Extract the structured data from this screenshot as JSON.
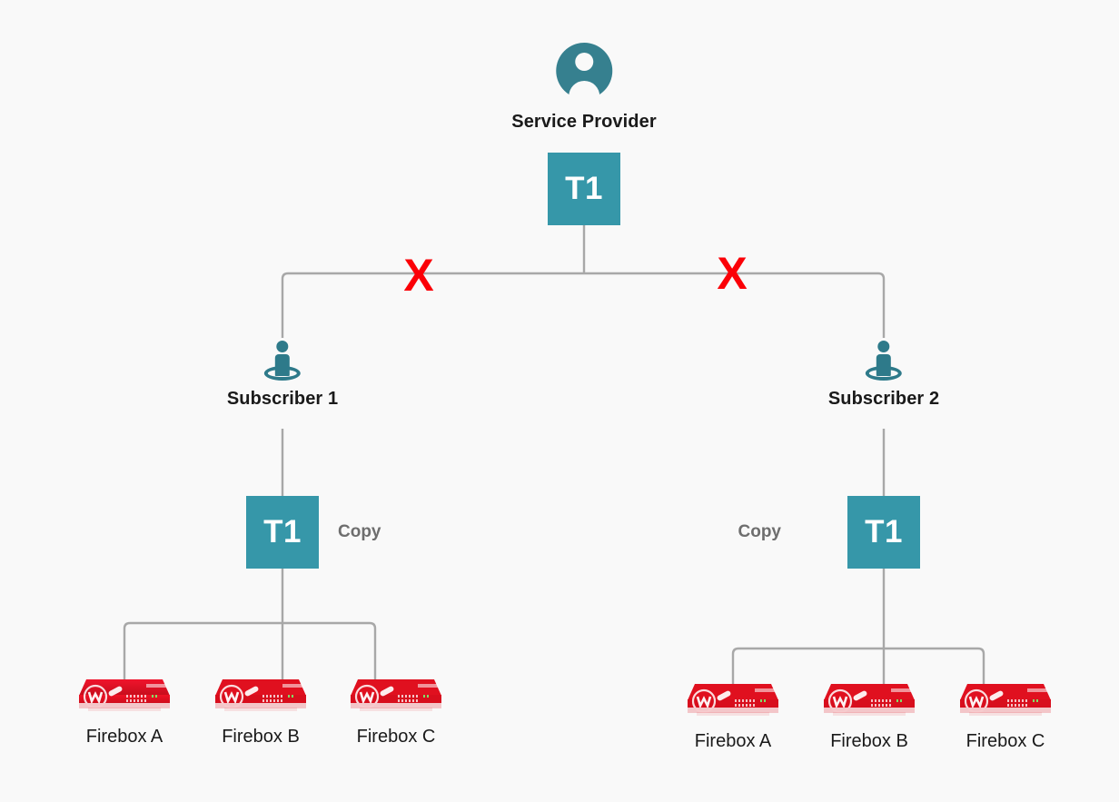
{
  "diagram": {
    "title": "Service Provider to Subscriber Firebox distribution",
    "background_color": "#f9f9f9",
    "accent_color": "#3697a9",
    "line_color": "#a8a8a8",
    "x_marker_color": "#fb0007",
    "device_color": "#e01020"
  },
  "provider": {
    "icon": "user-avatar-icon",
    "label": "Service Provider",
    "chip_label": "T1"
  },
  "blocked_links": [
    {
      "marker": "X",
      "side": "left"
    },
    {
      "marker": "X",
      "side": "right"
    }
  ],
  "subscribers": [
    {
      "icon": "person-location-icon",
      "label": "Subscriber 1",
      "chip_label": "T1",
      "copy_label": "Copy",
      "copy_side": "right",
      "devices": [
        {
          "icon": "firebox-appliance-icon",
          "label": "Firebox A"
        },
        {
          "icon": "firebox-appliance-icon",
          "label": "Firebox B"
        },
        {
          "icon": "firebox-appliance-icon",
          "label": "Firebox C"
        }
      ]
    },
    {
      "icon": "person-location-icon",
      "label": "Subscriber 2",
      "chip_label": "T1",
      "copy_label": "Copy",
      "copy_side": "left",
      "devices": [
        {
          "icon": "firebox-appliance-icon",
          "label": "Firebox A"
        },
        {
          "icon": "firebox-appliance-icon",
          "label": "Firebox B"
        },
        {
          "icon": "firebox-appliance-icon",
          "label": "Firebox C"
        }
      ]
    }
  ]
}
